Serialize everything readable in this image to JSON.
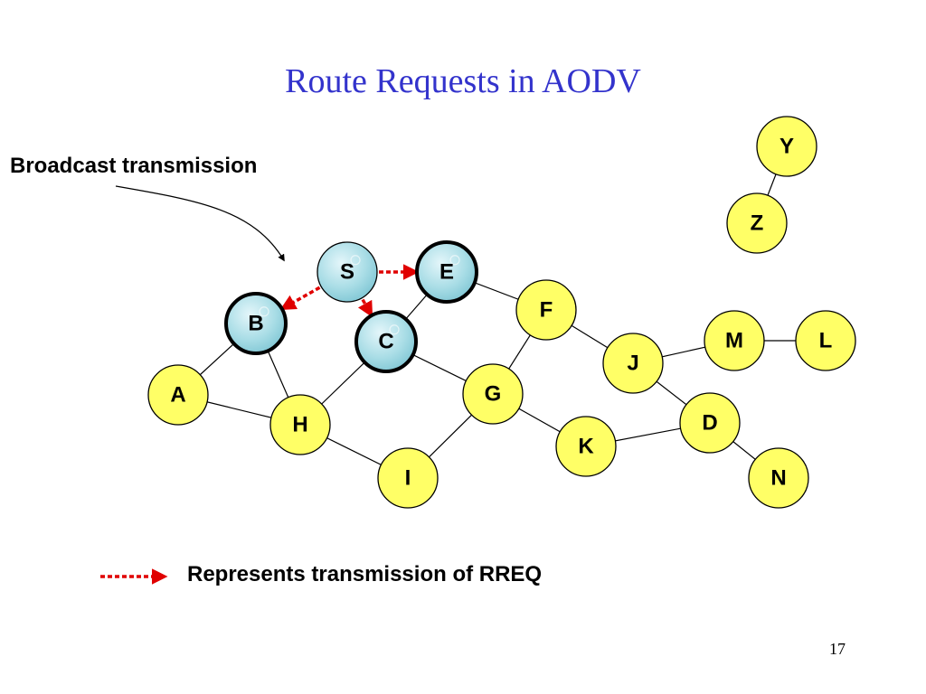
{
  "slide": {
    "title": "Route Requests in AODV",
    "callout": "Broadcast transmission",
    "legend": "Represents transmission of RREQ",
    "page_number": "17"
  },
  "colors": {
    "title": "#3333cc",
    "node_fill": "#ffff66",
    "node_fill_reached": "#a9dde6",
    "rreq_arrow": "#e00000",
    "edge": "#000000"
  },
  "nodes": [
    {
      "id": "S",
      "label": "S",
      "reached": true
    },
    {
      "id": "E",
      "label": "E",
      "reached": true
    },
    {
      "id": "B",
      "label": "B",
      "reached": true
    },
    {
      "id": "C",
      "label": "C",
      "reached": true
    },
    {
      "id": "A",
      "label": "A",
      "reached": false
    },
    {
      "id": "H",
      "label": "H",
      "reached": false
    },
    {
      "id": "I",
      "label": "I",
      "reached": false
    },
    {
      "id": "G",
      "label": "G",
      "reached": false
    },
    {
      "id": "F",
      "label": "F",
      "reached": false
    },
    {
      "id": "K",
      "label": "K",
      "reached": false
    },
    {
      "id": "J",
      "label": "J",
      "reached": false
    },
    {
      "id": "D",
      "label": "D",
      "reached": false
    },
    {
      "id": "M",
      "label": "M",
      "reached": false
    },
    {
      "id": "L",
      "label": "L",
      "reached": false
    },
    {
      "id": "N",
      "label": "N",
      "reached": false
    },
    {
      "id": "Y",
      "label": "Y",
      "reached": false
    },
    {
      "id": "Z",
      "label": "Z",
      "reached": false
    }
  ],
  "edges": [
    [
      "B",
      "A"
    ],
    [
      "B",
      "H"
    ],
    [
      "A",
      "H"
    ],
    [
      "H",
      "C"
    ],
    [
      "H",
      "I"
    ],
    [
      "C",
      "E"
    ],
    [
      "C",
      "G"
    ],
    [
      "E",
      "F"
    ],
    [
      "F",
      "G"
    ],
    [
      "F",
      "J"
    ],
    [
      "G",
      "I"
    ],
    [
      "G",
      "K"
    ],
    [
      "K",
      "D"
    ],
    [
      "J",
      "D"
    ],
    [
      "J",
      "M"
    ],
    [
      "M",
      "L"
    ],
    [
      "D",
      "N"
    ],
    [
      "Y",
      "Z"
    ]
  ],
  "rreq": [
    [
      "S",
      "E"
    ],
    [
      "S",
      "B"
    ],
    [
      "S",
      "C"
    ]
  ]
}
